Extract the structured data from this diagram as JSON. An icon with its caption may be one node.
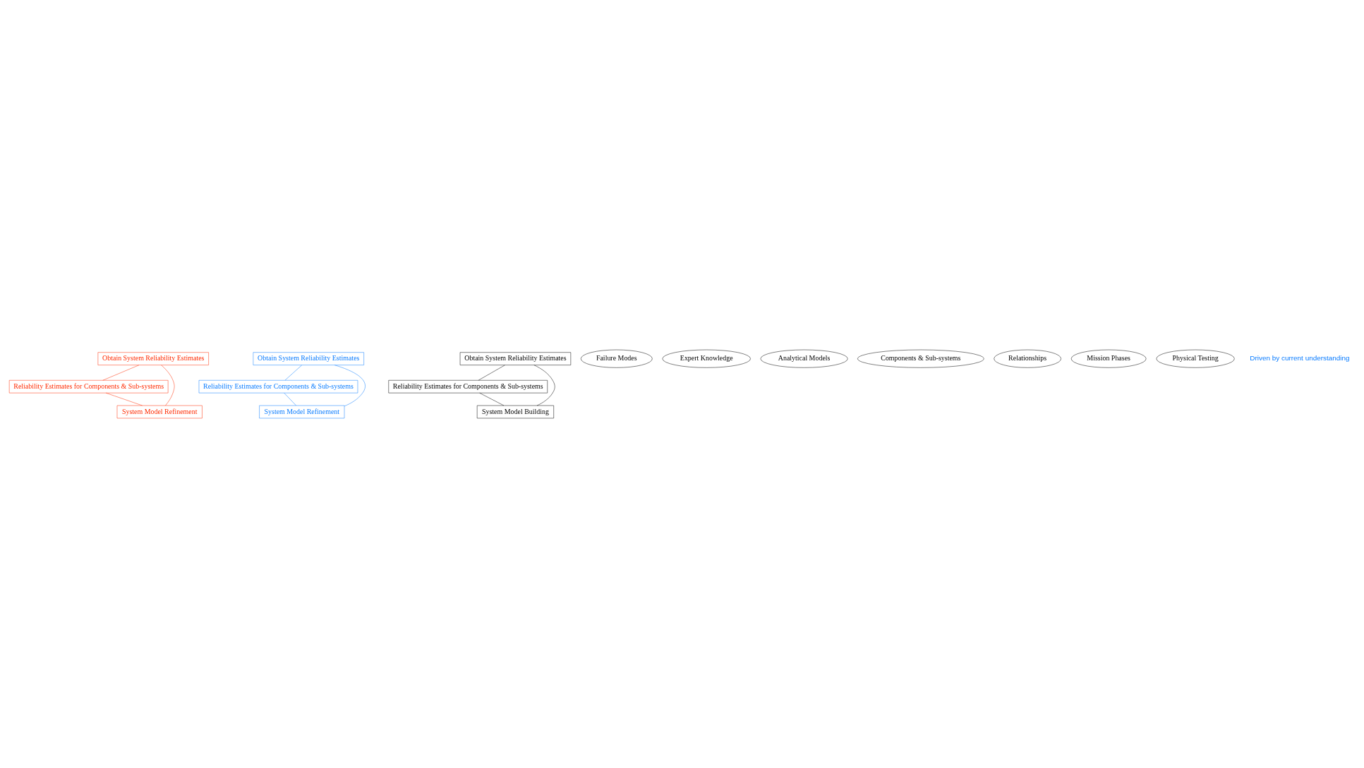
{
  "diagram": {
    "nodes": [
      {
        "text": [
          "Obtain System Reliability Estimates"
        ]
      },
      {
        "text": [
          "Obtain System Reliability Estimates"
        ]
      },
      {
        "text": [
          "Reliability Estimates for Components & Sub-systems"
        ]
      },
      {
        "text": [
          "System Model Refinement"
        ]
      },
      {
        "text": [
          "Obtain System Reliability Estimates"
        ]
      },
      {
        "text": [
          "Reliability Estimates for Components & Sub-systems"
        ]
      },
      {
        "text": [
          "System Model Refinement"
        ]
      },
      {
        "text": [
          "Reliability Estimates for Components & Sub-systems"
        ]
      },
      {
        "text": [
          "Failure Modes"
        ]
      },
      {
        "text": [
          "System Model Building"
        ]
      },
      {
        "text": [
          "Expert Knowledge"
        ]
      },
      {
        "text": [
          "Analytical Models"
        ]
      },
      {
        "text": [
          "Components & Sub-systems"
        ]
      },
      {
        "text": [
          "Relationships"
        ]
      },
      {
        "text": [
          "Mission Phases"
        ]
      },
      {
        "text": [
          "Physical Testing"
        ]
      }
    ],
    "edges": [
      {
        "from": 0,
        "to": 2,
        "arrow": "none",
        "color": "#ff2a00"
      },
      {
        "from": 2,
        "to": 3,
        "arrow": "none",
        "color": "#ff2a00"
      },
      {
        "from": 3,
        "to": 0,
        "arrow": "none",
        "color": "#ff2a00"
      },
      {
        "from": 1,
        "to": 5,
        "arrow": "none",
        "color": "#0a7cff"
      },
      {
        "from": 5,
        "to": 6,
        "arrow": "none",
        "color": "#0a7cff"
      },
      {
        "from": 6,
        "to": 1,
        "arrow": "none",
        "color": "#0a7cff"
      },
      {
        "from": 4,
        "to": 7,
        "arrow": "none",
        "color": "#000000"
      },
      {
        "from": 7,
        "to": 9,
        "arrow": "none",
        "color": "#000000"
      },
      {
        "from": 9,
        "to": 4,
        "arrow": "none",
        "color": "#000000"
      }
    ],
    "labels": [
      "Driven by current understanding"
    ]
  }
}
